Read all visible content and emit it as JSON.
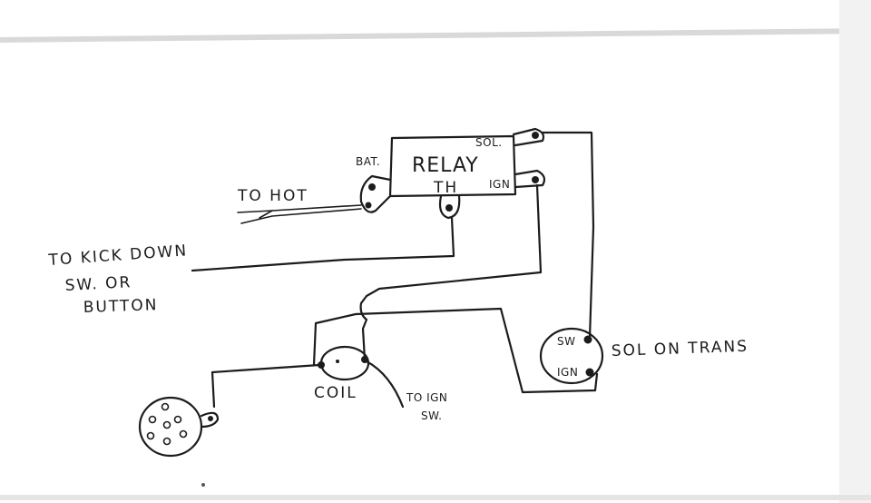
{
  "labels": {
    "relay": "RELAY",
    "terminal_bat": "BAT.",
    "terminal_sol": "SOL.",
    "terminal_th": "TH",
    "terminal_ign": "IGN",
    "to_hot": "TO HOT",
    "kickdown_line1": "TO KICK DOWN",
    "kickdown_line2": "SW. OR",
    "kickdown_line3": "BUTTON",
    "coil": "COIL",
    "to_ign_line1": "TO IGN",
    "to_ign_line2": "SW.",
    "solenoid_sw": "SW",
    "solenoid_ign": "IGN",
    "sol_on_trans": "SOL ON TRANS"
  }
}
